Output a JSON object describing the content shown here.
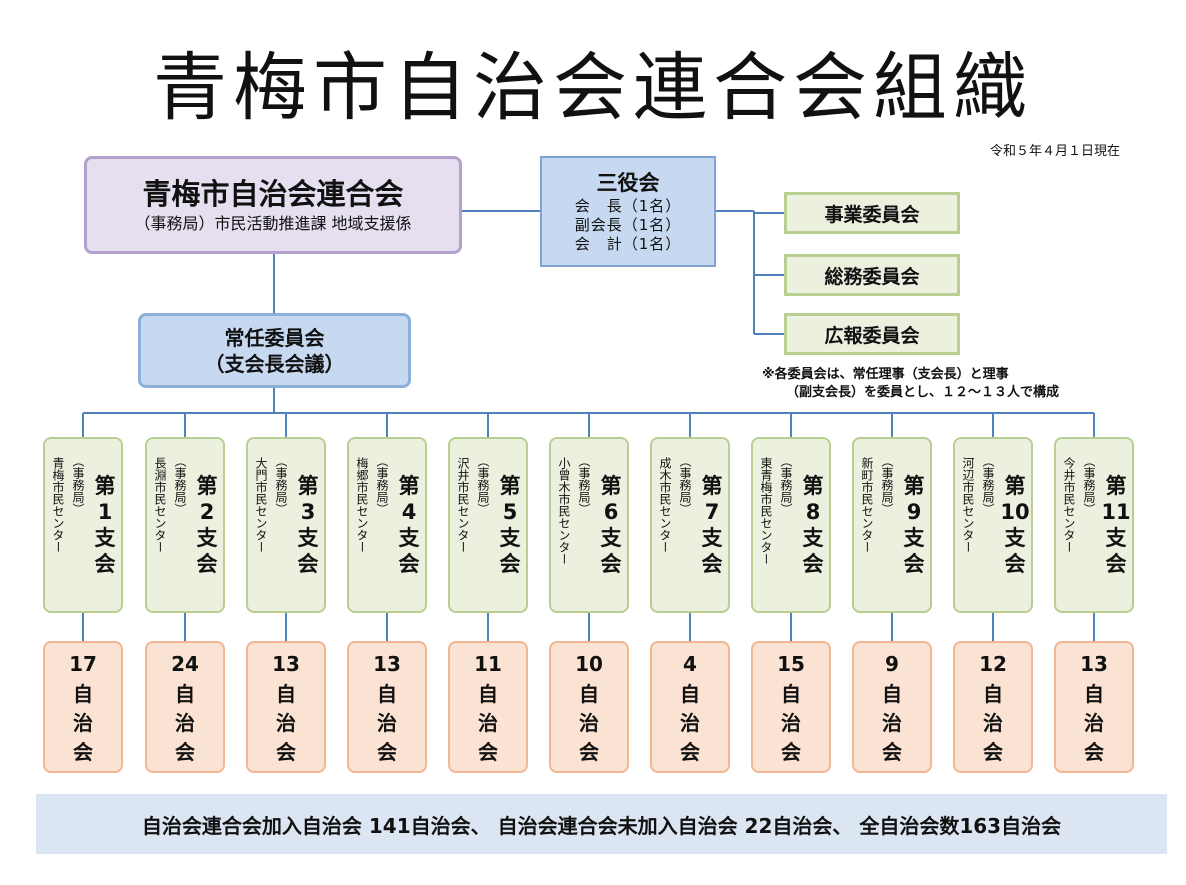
{
  "title": "青梅市自治会連合会組織",
  "date": "令和５年４月１日現在",
  "main_org": {
    "name": "青梅市自治会連合会",
    "office": "（事務局）市民活動推進課 地域支援係"
  },
  "officers": {
    "heading": "三役会",
    "rows": [
      "会　長（1名）",
      "副会長（1名）",
      "会　計（1名）"
    ]
  },
  "committees": [
    "事業委員会",
    "総務委員会",
    "広報委員会"
  ],
  "standing": {
    "line1": "常任委員会",
    "line2": "（支会長会議）"
  },
  "note": {
    "line1": "※各委員会は、常任理事（支会長）と理事",
    "line2": "（副支会長）を委員とし、１２～１３人で構成"
  },
  "branches": [
    {
      "office": "青梅市民センター",
      "paren": "（事務局）",
      "name": "第1支会",
      "count": "17"
    },
    {
      "office": "長淵市民センター",
      "paren": "（事務局）",
      "name": "第2支会",
      "count": "24"
    },
    {
      "office": "大門市民センター",
      "paren": "（事務局）",
      "name": "第3支会",
      "count": "13"
    },
    {
      "office": "梅郷市民センター",
      "paren": "（事務局）",
      "name": "第4支会",
      "count": "13"
    },
    {
      "office": "沢井市民センター",
      "paren": "（事務局）",
      "name": "第5支会",
      "count": "11"
    },
    {
      "office": "小曾木市民センター",
      "paren": "（事務局）",
      "name": "第6支会",
      "count": "10"
    },
    {
      "office": "成木市民センター",
      "paren": "（事務局）",
      "name": "第7支会",
      "count": "4"
    },
    {
      "office": "東青梅市民センター",
      "paren": "（事務局）",
      "name": "第8支会",
      "count": "15"
    },
    {
      "office": "新町市民センター",
      "paren": "（事務局）",
      "name": "第9支会",
      "count": "9"
    },
    {
      "office": "河辺市民センター",
      "paren": "（事務局）",
      "name": "第10支会",
      "count": "12"
    },
    {
      "office": "今井市民センター",
      "paren": "（事務局）",
      "name": "第11支会",
      "count": "13"
    }
  ],
  "count_label": "自治会",
  "summary": "自治会連合会加入自治会 141自治会、 自治会連合会未加入自治会 22自治会、 全自治会数163自治会",
  "colors": {
    "line": "#2e75b6",
    "branch_fill": "#ebf1de",
    "count_fill": "#fbe3d3",
    "summary_fill": "#dce6f2"
  }
}
